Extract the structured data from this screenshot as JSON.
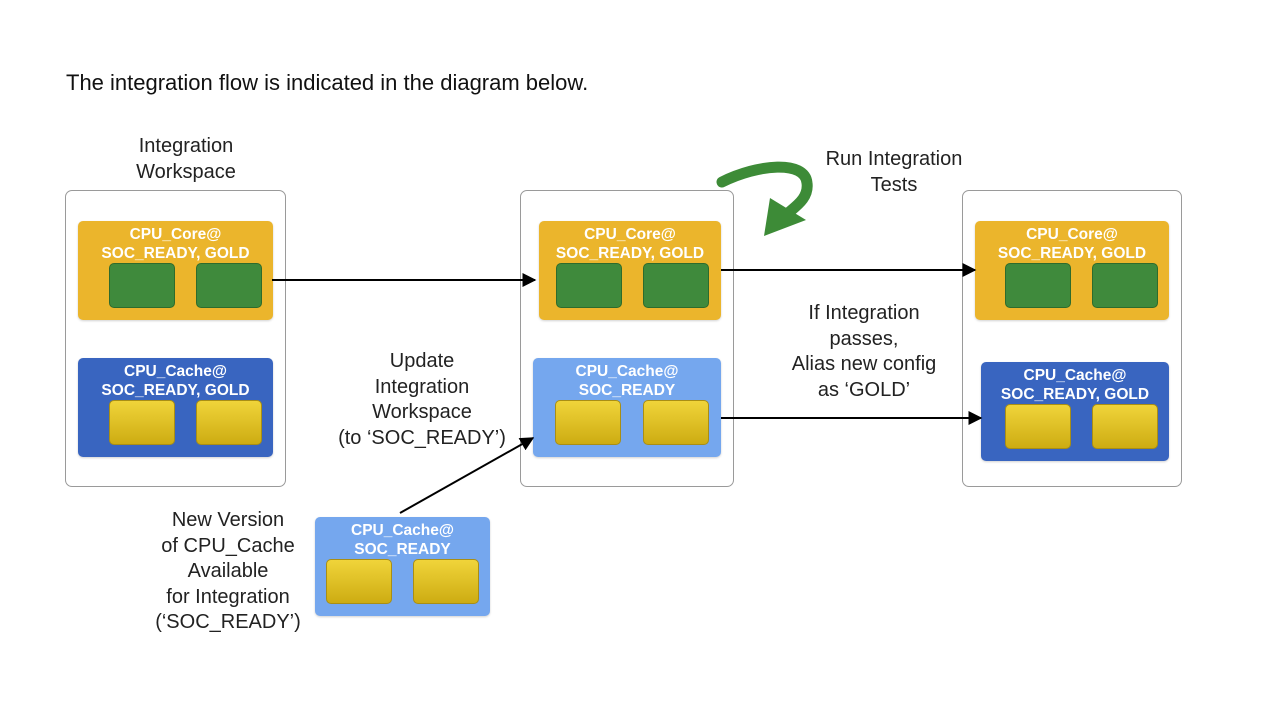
{
  "intro": "The integration flow is indicated in the diagram below.",
  "labels": {
    "integration_workspace": "Integration\nWorkspace",
    "run_tests": "Run Integration\nTests",
    "update_workspace": "Update\nIntegration\nWorkspace\n(to ‘SOC_READY’)",
    "if_passes": "If Integration\npasses,\nAlias new config\nas ‘GOLD’",
    "new_version": "New Version\nof CPU_Cache\nAvailable\nfor Integration\n(‘SOC_READY’)"
  },
  "components": {
    "ws1_core": "CPU_Core@\nSOC_READY, GOLD",
    "ws1_cache": "CPU_Cache@\nSOC_READY, GOLD",
    "ws2_core": "CPU_Core@\nSOC_READY, GOLD",
    "ws2_cache": "CPU_Cache@\nSOC_READY",
    "ws3_core": "CPU_Core@\nSOC_READY, GOLD",
    "ws3_cache": "CPU_Cache@\nSOC_READY, GOLD",
    "new_cache": "CPU_Cache@\nSOC_READY"
  },
  "colors": {
    "core": "#ebb52c",
    "cache_gold": "#3965c0",
    "cache_ready": "#75a7ee",
    "green_cell": "#3f8a3c",
    "yellow_cell": "#e3c229",
    "loop_arrow": "#3d8b37"
  }
}
